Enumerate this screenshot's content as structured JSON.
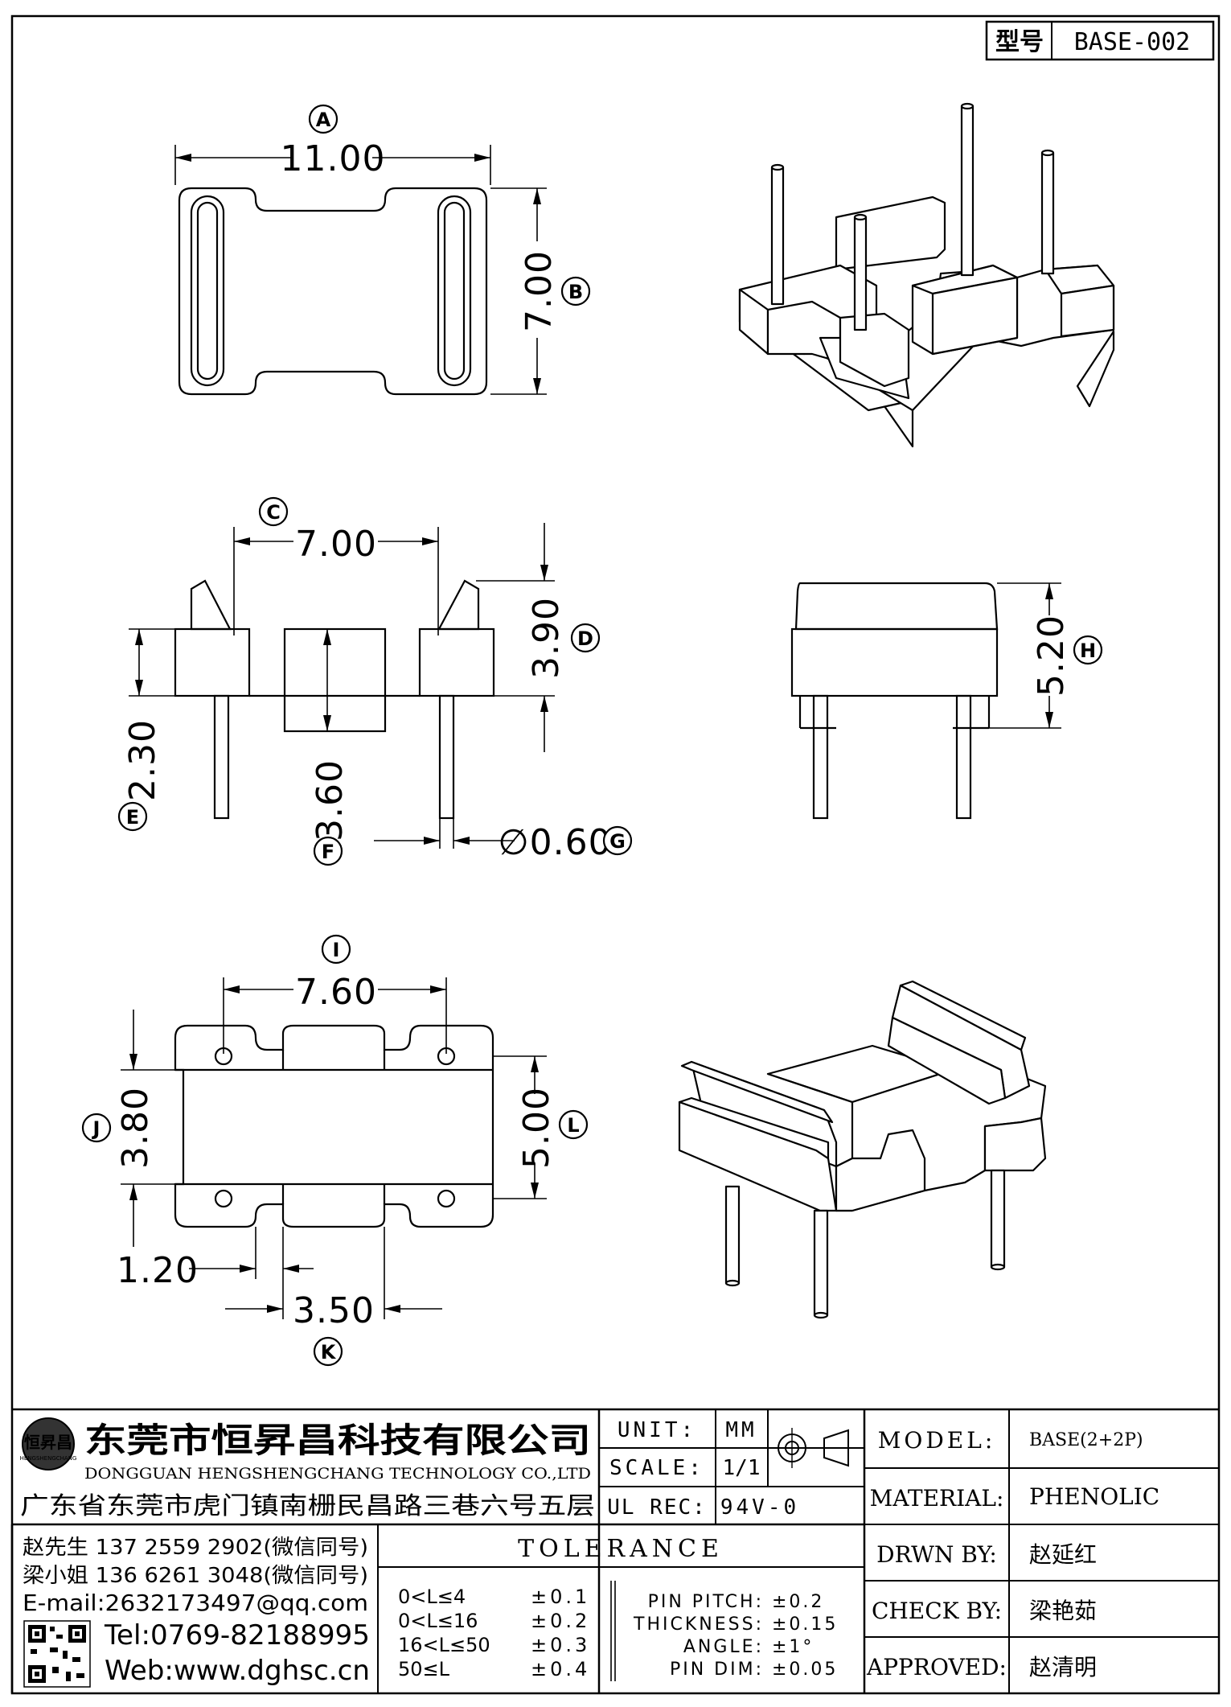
{
  "header": {
    "model_label": "型号",
    "model_value": "BASE-002"
  },
  "dimensions": {
    "A": {
      "label": "A",
      "value": "11.00"
    },
    "B": {
      "label": "B",
      "value": "7.00"
    },
    "C": {
      "label": "C",
      "value": "7.00"
    },
    "D": {
      "label": "D",
      "value": "3.90"
    },
    "E": {
      "label": "E",
      "value": "2.30"
    },
    "F": {
      "label": "F",
      "value": "3.60"
    },
    "G": {
      "label": "G",
      "value": "∅0.60"
    },
    "H": {
      "label": "H",
      "value": "5.20"
    },
    "I": {
      "label": "I",
      "value": "7.60"
    },
    "J": {
      "label": "J",
      "value": "3.80"
    },
    "K": {
      "label": "K",
      "value": "3.50"
    },
    "L": {
      "label": "L",
      "value": "5.00"
    },
    "extra": {
      "value": "1.20"
    }
  },
  "company": {
    "name_cn": "东莞市恒昇昌科技有限公司",
    "name_en": "DONGGUAN HENGSHENGCHANG TECHNOLOGY CO.,LTD",
    "address": "广东省东莞市虎门镇南栅民昌路三巷六号五层",
    "logo_text": "恒昇昌",
    "logo_sub": "HENGSHENGCHANG"
  },
  "contacts": {
    "line1": "赵先生 137 2559 2902(微信同号)",
    "line2": "梁小姐 136 6261 3048(微信同号)",
    "email": "E-mail:2632173497@qq.com",
    "tel": "Tel:0769-82188995",
    "web": "Web:www.dghsc.cn"
  },
  "spec": {
    "unit_label": "UNIT:",
    "unit_value": "MM",
    "scale_label": "SCALE:",
    "scale_value": "1/1",
    "ulrec_label": "UL REC:",
    "ulrec_value": "94V-0"
  },
  "tolerance": {
    "title": "TOLERANCE",
    "ranges": [
      {
        "range": "0<L≤4",
        "tol": "±0.1"
      },
      {
        "range": "0<L≤16",
        "tol": "±0.2"
      },
      {
        "range": "16<L≤50",
        "tol": "±0.3"
      },
      {
        "range": "50≤L",
        "tol": "±0.4"
      }
    ],
    "other": [
      {
        "label": "PIN PITCH:",
        "value": "±0.2"
      },
      {
        "label": "THICKNESS:",
        "value": "±0.15"
      },
      {
        "label": "ANGLE:",
        "value": "±1°"
      },
      {
        "label": "PIN DIM:",
        "value": "±0.05"
      }
    ]
  },
  "info": {
    "model_label": "MODEL:",
    "model_value": "BASE(2+2P)",
    "material_label": "MATERIAL:",
    "material_value": "PHENOLIC",
    "drawn_label": "DRWN BY:",
    "drawn_value": "赵延红",
    "check_label": "CHECK BY:",
    "check_value": "梁艳茹",
    "approved_label": "APPROVED:",
    "approved_value": "赵清明"
  }
}
